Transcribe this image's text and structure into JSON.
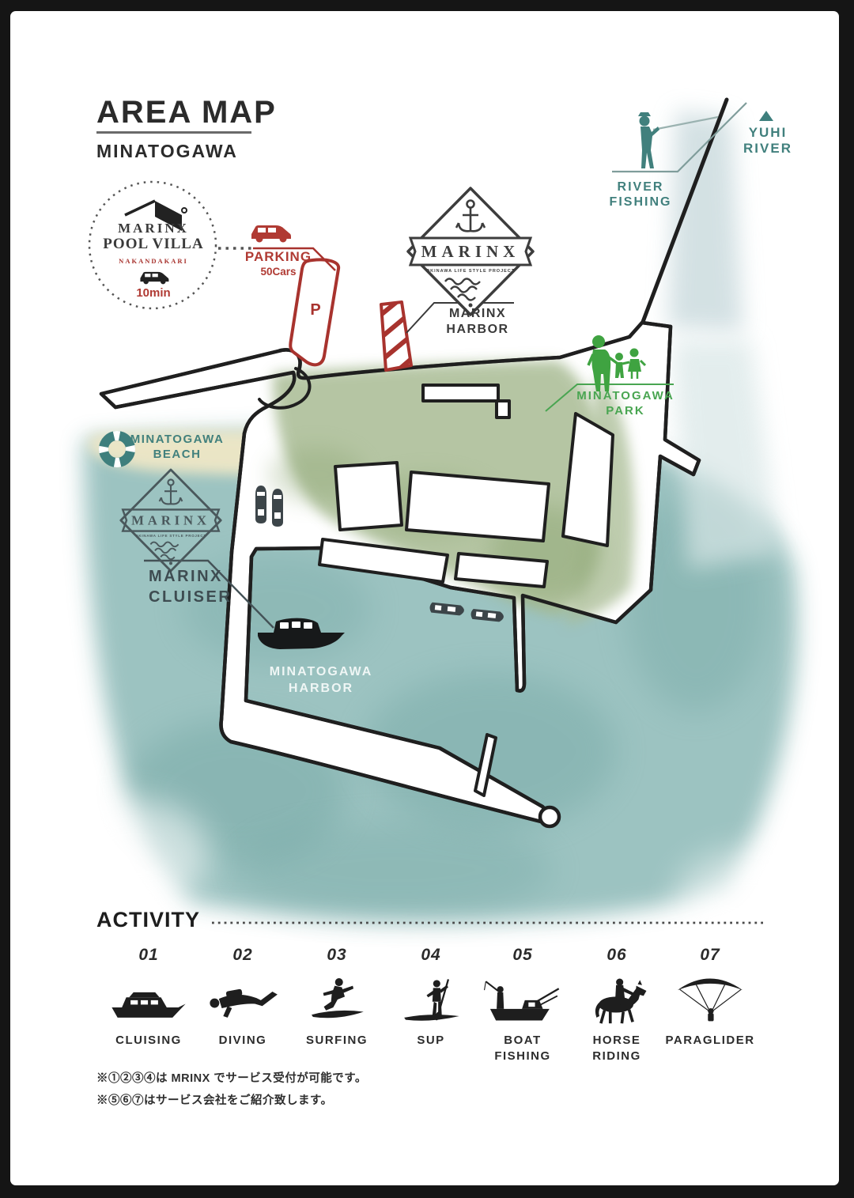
{
  "colors": {
    "teal_text": "#41807d",
    "green_text": "#49a551",
    "red_accent": "#b03a33",
    "ink": "#1f1f1f",
    "water": "#97c0be",
    "park_green": "#a9bc94",
    "sand": "#efe7c6"
  },
  "header": {
    "title": "AREA MAP",
    "subtitle": "MINATOGAWA"
  },
  "map": {
    "yuhi_river": {
      "line1": "YUHI",
      "line2": "RIVER"
    },
    "river_fishing": {
      "line1": "RIVER",
      "line2": "FISHING"
    },
    "pool_villa": {
      "name": "MARINX",
      "name2": "POOL VILLA",
      "place": "NAKANDAKARI",
      "time": "10min"
    },
    "parking": {
      "label": "PARKING",
      "capacity": "50Cars",
      "letter": "P"
    },
    "badge": {
      "name": "MARINX",
      "tagline": "OKINAWA LIFE STYLE PROJECT"
    },
    "marinx_harbor": {
      "line1": "MARINX",
      "line2": "HARBOR"
    },
    "park": {
      "line1": "MINATOGAWA",
      "line2": "PARK"
    },
    "beach": {
      "line1": "MINATOGAWA",
      "line2": "BEACH"
    },
    "cruiser": {
      "line1": "MARINX",
      "line2": "CLUISER"
    },
    "harbor_water": {
      "line1": "MINATOGAWA",
      "line2": "HARBOR"
    }
  },
  "activity": {
    "heading": "ACTIVITY",
    "items": [
      {
        "num": "01",
        "label": "CLUISING"
      },
      {
        "num": "02",
        "label": "DIVING"
      },
      {
        "num": "03",
        "label": "SURFING"
      },
      {
        "num": "04",
        "label": "SUP"
      },
      {
        "num": "05",
        "label": "BOAT FISHING"
      },
      {
        "num": "06",
        "label": "HORSE RIDING"
      },
      {
        "num": "07",
        "label": "PARAGLIDER"
      }
    ],
    "notes": [
      "※①②③④は MRINX でサービス受付が可能です。",
      "※⑤⑥⑦はサービス会社をご紹介致します。"
    ]
  }
}
